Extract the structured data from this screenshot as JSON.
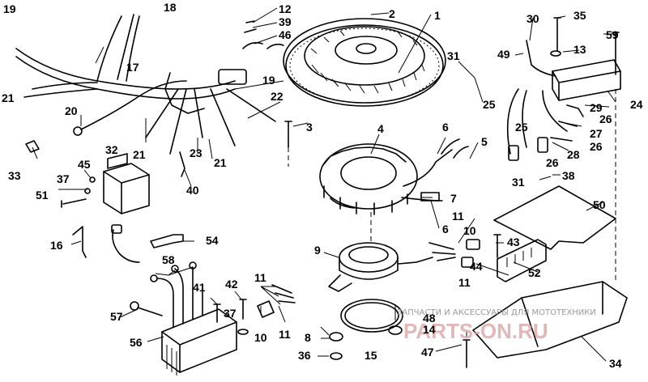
{
  "diagram": {
    "callouts": {
      "c1": "1",
      "c2": "2",
      "c3": "3",
      "c4": "4",
      "c5": "5",
      "c6a": "6",
      "c6b": "6",
      "c7": "7",
      "c8": "8",
      "c9": "9",
      "c10a": "10",
      "c10b": "10",
      "c11a": "11",
      "c11b": "11",
      "c11c": "11",
      "c11d": "11",
      "c12": "12",
      "c13": "13",
      "c14": "14",
      "c15": "15",
      "c16": "16",
      "c17": "17",
      "c18": "18",
      "c19a": "19",
      "c19b": "19",
      "c20": "20",
      "c21a": "21",
      "c21b": "21",
      "c21c": "21",
      "c22": "22",
      "c23": "23",
      "c24": "24",
      "c25a": "25",
      "c25b": "25",
      "c26a": "26",
      "c26b": "26",
      "c26c": "26",
      "c27": "27",
      "c28": "28",
      "c29": "29",
      "c30": "30",
      "c31a": "31",
      "c31b": "31",
      "c32": "32",
      "c33": "33",
      "c34": "34",
      "c35": "35",
      "c36": "36",
      "c37a": "37",
      "c37b": "37",
      "c38": "38",
      "c39": "39",
      "c40": "40",
      "c41": "41",
      "c42": "42",
      "c43": "43",
      "c44": "44",
      "c45": "45",
      "c46": "46",
      "c47": "47",
      "c48": "48",
      "c49": "49",
      "c50": "50",
      "c51": "51",
      "c52": "52",
      "c54": "54",
      "c56": "56",
      "c57": "57",
      "c58": "58",
      "c59": "59"
    },
    "watermark": {
      "text": "ЗАПЧАСТИ И АКСЕССУАРЫ ДЛЯ МОТОТЕХНИКИ",
      "brand": "PARTS-ON.RU"
    }
  }
}
